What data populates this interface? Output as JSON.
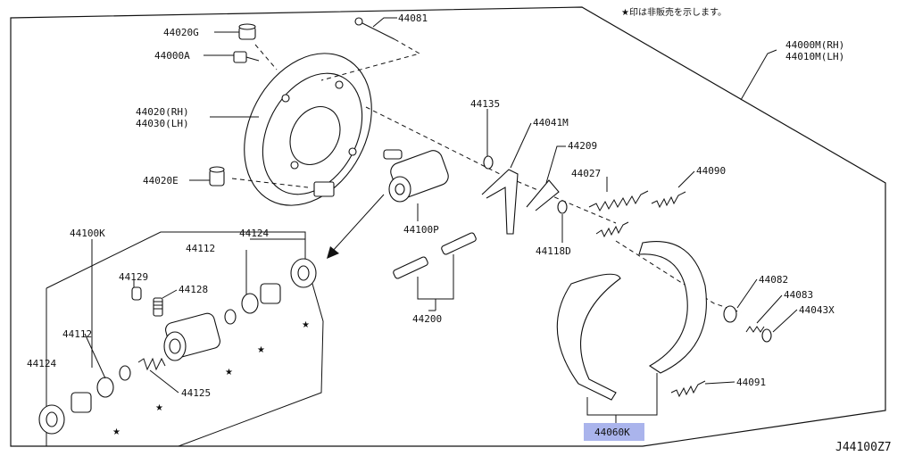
{
  "title": "",
  "note": "★印は非販売を示します。",
  "diagram_code": "J44100Z7",
  "highlighted_part": "44060K",
  "highlight_color": "#aab4ec",
  "labels": {
    "p44081": "44081",
    "p44020G": "44020G",
    "p44000A": "44000A",
    "p44020RH": "44020(RH)",
    "p44030LH": "44030(LH)",
    "p44020E": "44020E",
    "p44000M": "44000M(RH)",
    "p44010M": "44010M(LH)",
    "p44135": "44135",
    "p44041M": "44041M",
    "p44209": "44209",
    "p44027": "44027",
    "p44090": "44090",
    "p44118D": "44118D",
    "p44100P": "44100P",
    "p44200": "44200",
    "p44100K": "44100K",
    "p44124a": "44124",
    "p44112a": "44112",
    "p44129": "44129",
    "p44128": "44128",
    "p44112b": "44112",
    "p44124b": "44124",
    "p44125": "44125",
    "p44082": "44082",
    "p44083": "44083",
    "p44043X": "44043X",
    "p44091": "44091",
    "p44060K": "44060K"
  },
  "star": "★"
}
